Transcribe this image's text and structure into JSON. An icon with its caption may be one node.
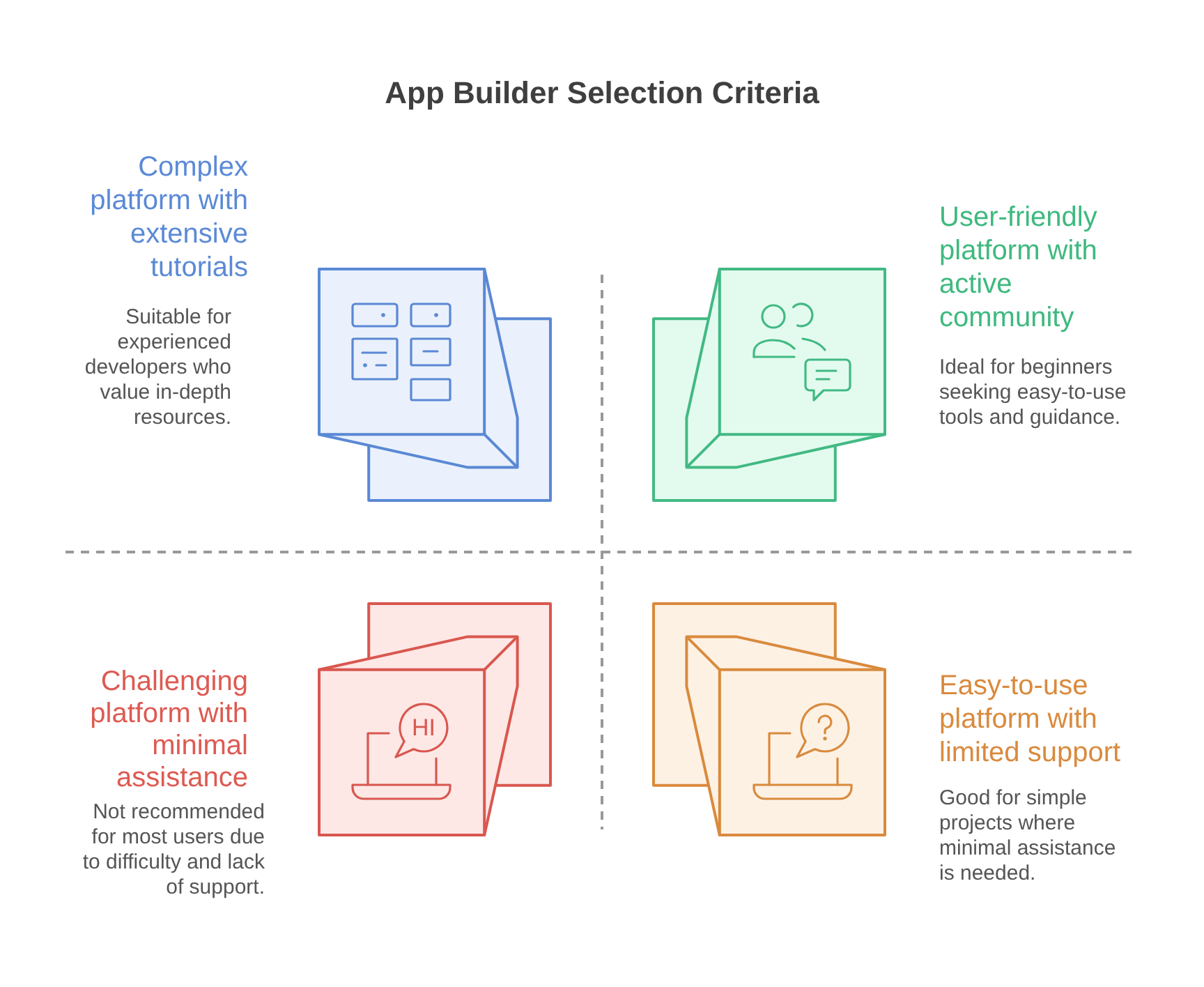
{
  "diagram": {
    "title": "App Builder Selection Criteria",
    "nodes": [
      {
        "text": [],
        "shape": "picture",
        "beside": [
          "Complex platform with extensive tutorials",
          "Suitable for experienced developers who value in-depth resources."
        ]
      },
      {
        "text": [],
        "shape": "picture",
        "beside": [
          "User-friendly platform with active community",
          "Ideal for beginners seeking easy-to-use tools and guidance."
        ]
      },
      {
        "text": [],
        "shape": "picture",
        "beside": [
          "Challenging platform with minimal assistance",
          "Not recommended for most users due to difficulty and lack of support."
        ]
      },
      {
        "text": [],
        "shape": "picture",
        "beside": [
          "Easy-to-use platform with limited support",
          "Good for simple projects where minimal assistance is needed."
        ]
      }
    ],
    "labels": [
      "HI"
    ]
  }
}
